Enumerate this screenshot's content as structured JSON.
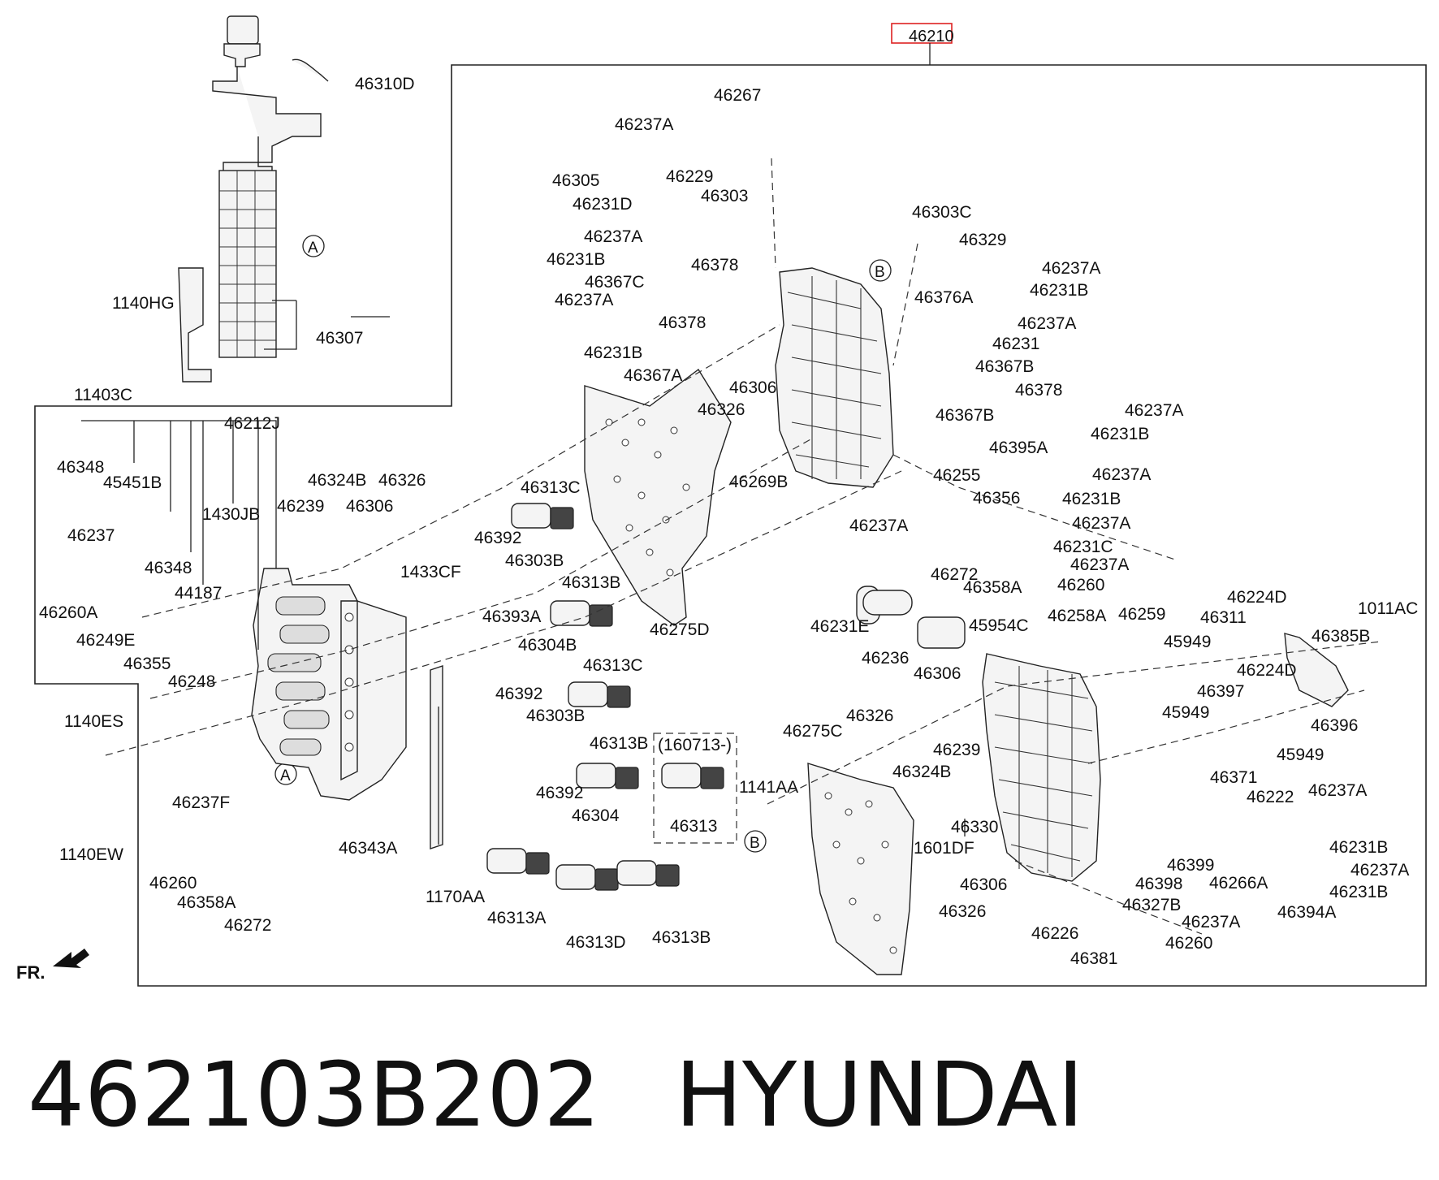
{
  "assembly_ref": "46210",
  "frame_label": "FR.",
  "callouts": {
    "a": "A",
    "b": "B"
  },
  "revision_note": "(160713-)",
  "caption": {
    "part_number": "462103B202",
    "brand": "HYUNDAI"
  },
  "part_labels": [
    "46310D",
    "46307",
    "1140HG",
    "11403C",
    "46212J",
    "46348",
    "45451B",
    "1430JB",
    "46237",
    "46348",
    "44187",
    "46260A",
    "46249E",
    "46355",
    "46248",
    "46324B",
    "46326",
    "46239",
    "46306",
    "1433CF",
    "1140ES",
    "1140EW",
    "46237F",
    "46260",
    "46358A",
    "46272",
    "46343A",
    "1170AA",
    "46267",
    "46237A",
    "46305",
    "46229",
    "46231D",
    "46303",
    "46237A",
    "46231B",
    "46378",
    "46367C",
    "46237A",
    "46378",
    "46231B",
    "46367A",
    "46306",
    "46326",
    "46269B",
    "46313C",
    "46392",
    "46303B",
    "46313B",
    "46393A",
    "46304B",
    "46313C",
    "46392",
    "46303B",
    "46313B",
    "46392",
    "46304",
    "46313A",
    "46313D",
    "46313B",
    "46313",
    "1141AA",
    "46275D",
    "46303C",
    "46329",
    "46237A",
    "46231B",
    "46376A",
    "46237A",
    "46231",
    "46367B",
    "46378",
    "46237A",
    "46231B",
    "46367B",
    "46395A",
    "46255",
    "46237A",
    "46231B",
    "46356",
    "46237A",
    "46231C",
    "46272",
    "46237A",
    "46358A",
    "46260",
    "46237A",
    "46231E",
    "46236",
    "45954C",
    "46258A",
    "46259",
    "46311",
    "46224D",
    "1011AC",
    "46385B",
    "45949",
    "46306",
    "46326",
    "46275C",
    "46239",
    "46324B",
    "46330",
    "1601DF",
    "46306",
    "46326",
    "46397",
    "46224D",
    "45949",
    "46396",
    "45949",
    "46371",
    "46222",
    "46237A",
    "46231B",
    "46399",
    "46266A",
    "46237A",
    "46231B",
    "46398",
    "46394A",
    "46327B",
    "46237A",
    "46260",
    "46226",
    "46381"
  ]
}
